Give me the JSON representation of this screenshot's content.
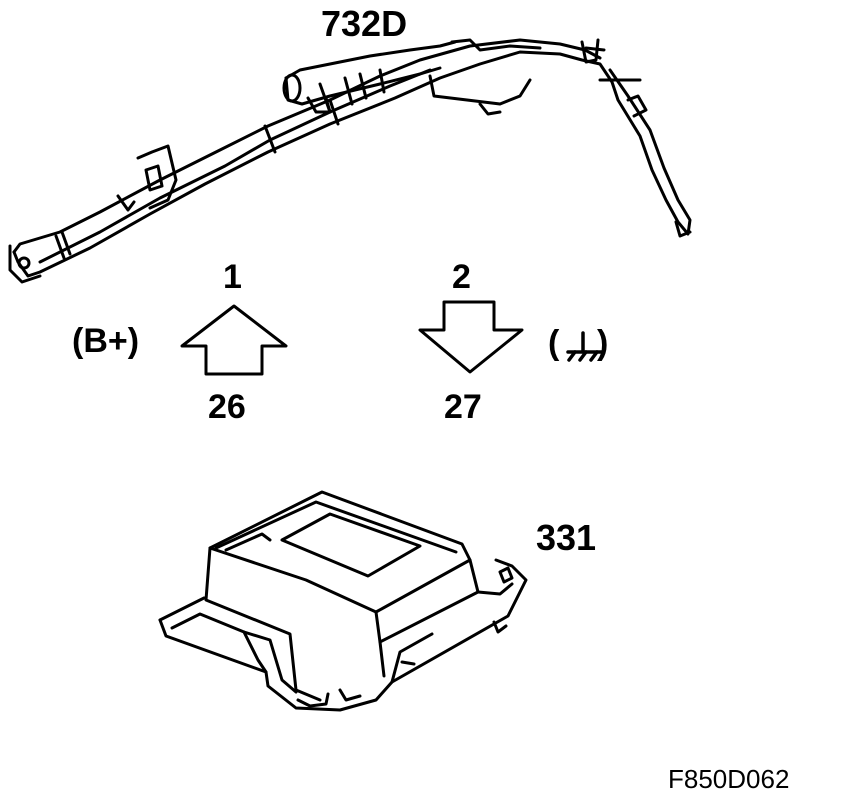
{
  "labels": {
    "component_top": "732D",
    "component_bottom": "331",
    "pin_supply": "1",
    "pin_supply_counterpart": "26",
    "pin_ground": "2",
    "pin_ground_counterpart": "27",
    "supply_label": "(B+)",
    "ground_label_open": "(",
    "ground_label_close": ")",
    "figure_code": "F850D062"
  },
  "icons": {
    "supply_arrow": "arrow-up-icon",
    "ground_arrow": "arrow-down-icon",
    "ground_symbol": "chassis-ground-icon"
  },
  "colors": {
    "line": "#000000",
    "background": "#ffffff"
  }
}
